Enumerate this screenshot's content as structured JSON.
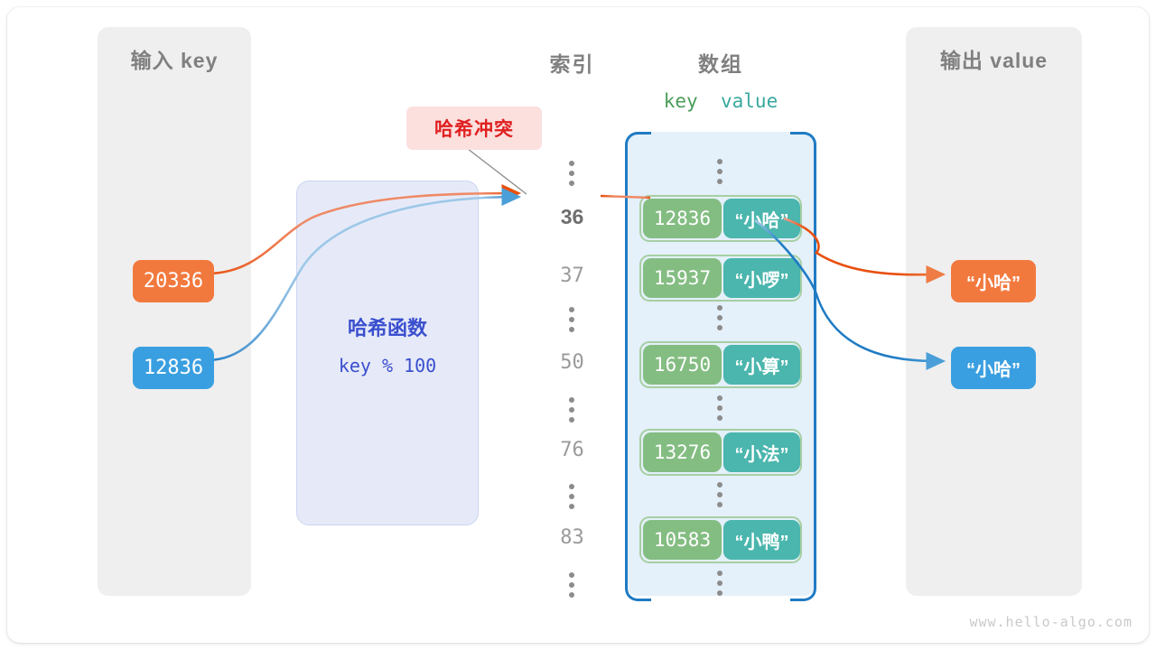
{
  "panels": {
    "input": {
      "title": "输入 key"
    },
    "output": {
      "title": "输出 value"
    }
  },
  "hash_function": {
    "title": "哈希函数",
    "formula": "key % 100"
  },
  "collision": {
    "label": "哈希冲突"
  },
  "headings": {
    "index": "索引",
    "array": "数组",
    "key": "key",
    "value": "value"
  },
  "index_column": [
    {
      "kind": "dots"
    },
    {
      "kind": "value",
      "label": "36",
      "highlight": true
    },
    {
      "kind": "value",
      "label": "37",
      "highlight": false
    },
    {
      "kind": "dots"
    },
    {
      "kind": "value",
      "label": "50",
      "highlight": false
    },
    {
      "kind": "dots"
    },
    {
      "kind": "value",
      "label": "76",
      "highlight": false
    },
    {
      "kind": "dots"
    },
    {
      "kind": "value",
      "label": "83",
      "highlight": false
    },
    {
      "kind": "dots"
    }
  ],
  "array_rows": [
    {
      "kind": "dots"
    },
    {
      "kind": "entry",
      "key": "12836",
      "value": "“小哈”"
    },
    {
      "kind": "entry",
      "key": "15937",
      "value": "“小啰”"
    },
    {
      "kind": "dots"
    },
    {
      "kind": "entry",
      "key": "16750",
      "value": "“小算”"
    },
    {
      "kind": "dots"
    },
    {
      "kind": "entry",
      "key": "13276",
      "value": "“小法”"
    },
    {
      "kind": "dots"
    },
    {
      "kind": "entry",
      "key": "10583",
      "value": "“小鸭”"
    },
    {
      "kind": "dots"
    }
  ],
  "inputs": [
    {
      "label": "20336",
      "color": "orange"
    },
    {
      "label": "12836",
      "color": "blue"
    }
  ],
  "outputs": [
    {
      "label": "“小哈”",
      "color": "orange"
    },
    {
      "label": "“小哈”",
      "color": "blue"
    }
  ],
  "watermark": "www.hello-algo.com",
  "colors": {
    "orange": "#f2793e",
    "blue": "#3a9fe0",
    "green_key": "#84bd82",
    "teal_value": "#4bb6ad",
    "array_fill": "#e4f0fa",
    "array_bracket": "#1f7bc4",
    "hash_fill": "#e6eaf8",
    "hash_text": "#3a4fce",
    "panel_fill": "#efefef",
    "collision_fill": "#fbe0de",
    "collision_text": "#e02020"
  }
}
